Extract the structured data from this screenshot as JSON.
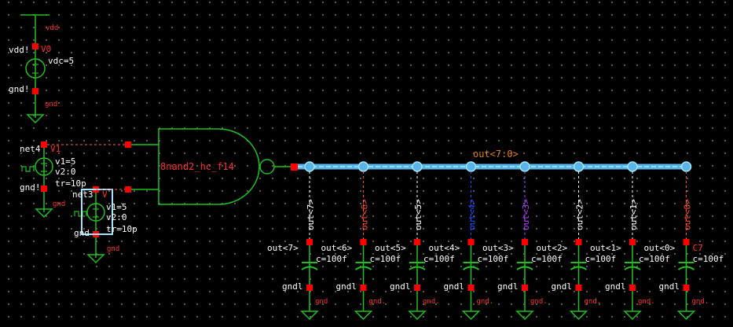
{
  "schematic": {
    "supply": {
      "inst": "V0",
      "pin_top": "vdd!",
      "pin_bot": "gnd!",
      "param": "vdc=5",
      "net_top": "vdd",
      "net_bot": "gnd"
    },
    "source_a": {
      "inst": "V1",
      "net": "net4",
      "pin_bot": "gnd!",
      "params": [
        "v1=5",
        "v2:0",
        "tr=10p"
      ],
      "net_bot": "gnd"
    },
    "source_b": {
      "inst": "V",
      "net": "net3",
      "pin_bot": "gnd",
      "params": [
        "v1=5",
        "v2:0",
        "tr=10p"
      ],
      "net_bot": "gnd"
    },
    "gate": {
      "label": "8nand2_hc_f14"
    },
    "bus": {
      "label": "out<7:0>"
    },
    "taps": [
      "out<7>",
      "out<6>",
      "out<5>",
      "out<4>",
      "out<3>",
      "out<2>",
      "out<1>",
      "out<0>"
    ],
    "loads": [
      {
        "out": "out<7>",
        "cap": "c=100f",
        "gnd_left": "gndl",
        "gnd_bot": "gnd",
        "color": "#ff3030"
      },
      {
        "out": "out<6>",
        "cap": "c=100f",
        "gnd_left": "gndl",
        "gnd_bot": "gnd.",
        "color": "#ff3030"
      },
      {
        "out": "out<5>",
        "cap": "c=100f",
        "gnd_left": "gndl",
        "gnd_bot": "gnd.",
        "color": "#ff3030"
      },
      {
        "out": "out<4>",
        "cap": "c=100f",
        "gnd_left": "gndl",
        "gnd_bot": "gnd.",
        "color": "#ff3030"
      },
      {
        "out": "out<3>",
        "cap": "c=100f",
        "gnd_left": "gndl",
        "gnd_bot": "gnd.",
        "color": "#ff3030"
      },
      {
        "out": "out<2>",
        "cap": "c=100f",
        "gnd_left": "gndl",
        "gnd_bot": "gnd.",
        "color": "#ff3030"
      },
      {
        "out": "out<1>",
        "cap": "c=100f",
        "gnd_left": "gndl",
        "gnd_bot": "gnd.",
        "color": "#ff3030"
      },
      {
        "out": "out<0>",
        "cap": "c=100f",
        "gnd_left": "gndl",
        "gnd_bot": "gnd.",
        "color": "#ff3030",
        "inst": "C7"
      }
    ],
    "colors": {
      "wire": "#20c020",
      "pin": "#ff0000",
      "label": "#ff3030",
      "text": "#ffffff",
      "bus": "#5ab4e8",
      "selection": "#9ee7ff",
      "tap_blue": "#1e50ff",
      "tap_purple": "#b040ff",
      "orange": "#e07a20"
    }
  }
}
